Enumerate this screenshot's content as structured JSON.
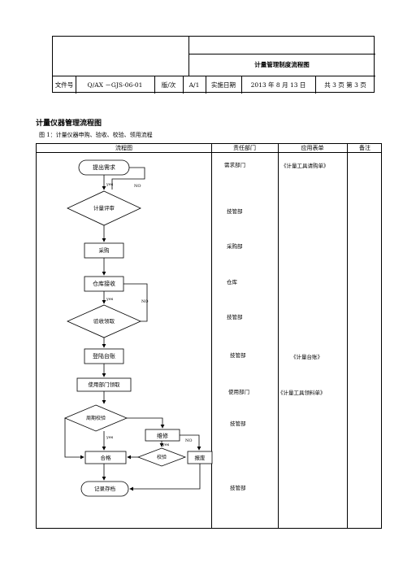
{
  "header": {
    "title": "计量管理制度流程图",
    "doc_no_label": "文件号",
    "doc_no_value": "Q/AX －GJS-06-01",
    "version_label": "版/次",
    "version_value": "A/1",
    "date_label": "实施日期",
    "date_value": "2013 年 8 月 13 日",
    "pages": "共 3 页 第 3 页"
  },
  "section_title": "计量仪器管理流程图",
  "figure_caption": "图 1：计量仪器申购、验收、校验、领用流程",
  "table": {
    "col_flow": "流程图",
    "col_dept": "责任部门",
    "col_form": "应用表单",
    "col_note": "备注"
  },
  "departments": [
    "需求部门",
    "技管部",
    "采购部",
    "仓库",
    "技管部",
    "技管部",
    "使用部门",
    "技管部",
    "技管部"
  ],
  "forms": [
    "《计量工具请购单》",
    "《计量台账》",
    "《计量工具领料单》"
  ],
  "flow": {
    "propose": "提出需求",
    "assess": "计量评审",
    "purchase": "采购",
    "receive": "仓库接收",
    "accept": "验收领取",
    "register": "登陆台账",
    "use": "使用部门领取",
    "periodic": "周期校验",
    "repair": "维修",
    "qualified": "合格",
    "calibrate": "校验",
    "scrap": "报废",
    "archive": "记录存档",
    "yes": "yes",
    "no": "NO"
  }
}
